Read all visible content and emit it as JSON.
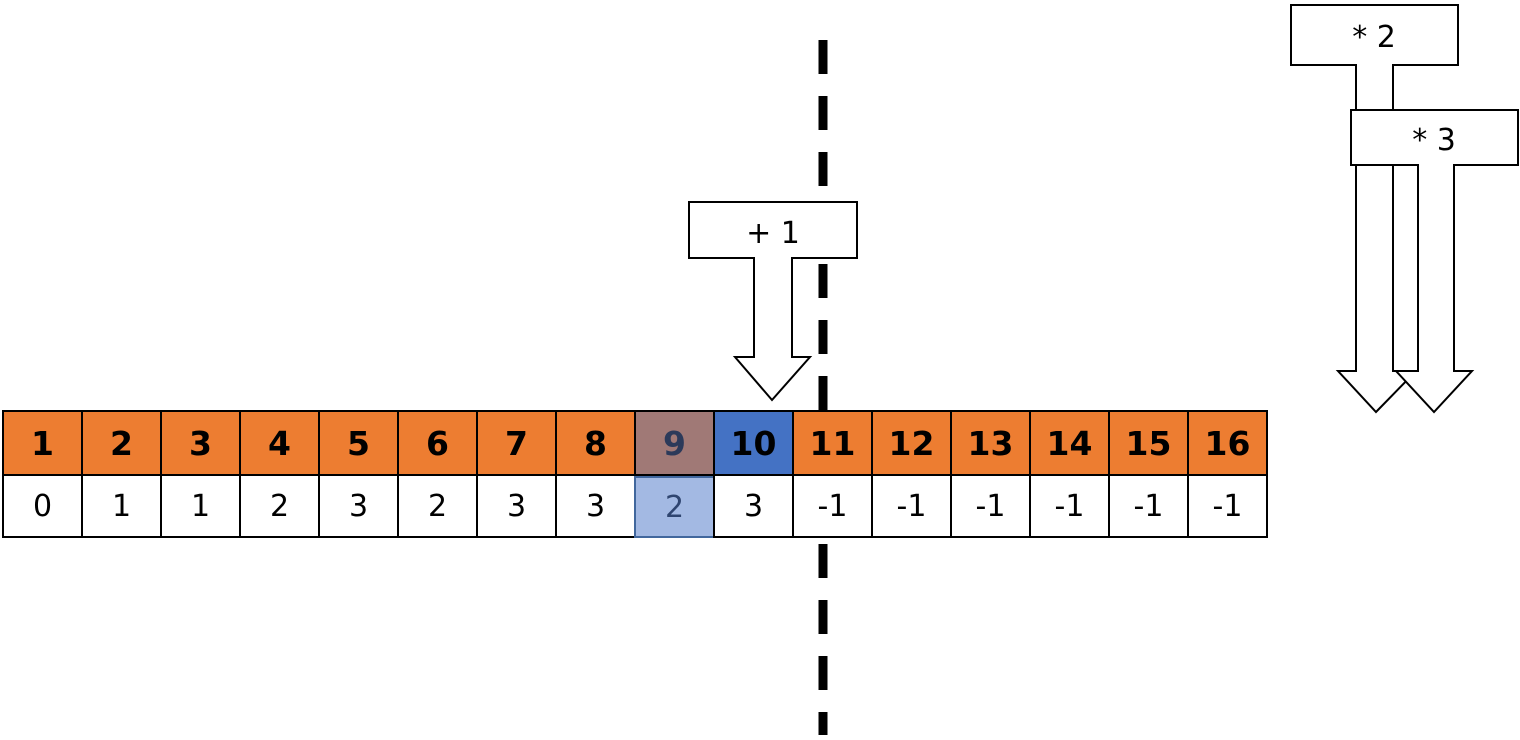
{
  "cells": {
    "indices": [
      "1",
      "2",
      "3",
      "4",
      "5",
      "6",
      "7",
      "8",
      "9",
      "10",
      "11",
      "12",
      "13",
      "14",
      "15",
      "16"
    ],
    "values": [
      "0",
      "1",
      "1",
      "2",
      "3",
      "2",
      "3",
      "3",
      "2",
      "3",
      "-1",
      "-1",
      "-1",
      "-1",
      "-1",
      "-1"
    ]
  },
  "operations": {
    "plus_one": "+ 1",
    "times_two": "* 2",
    "times_three": "* 3"
  },
  "colors": {
    "index_fill": "#ed7d31",
    "highlight_previous": "#a07976",
    "highlight_current": "#4472c4",
    "value_highlight": "#a3b9e3"
  }
}
